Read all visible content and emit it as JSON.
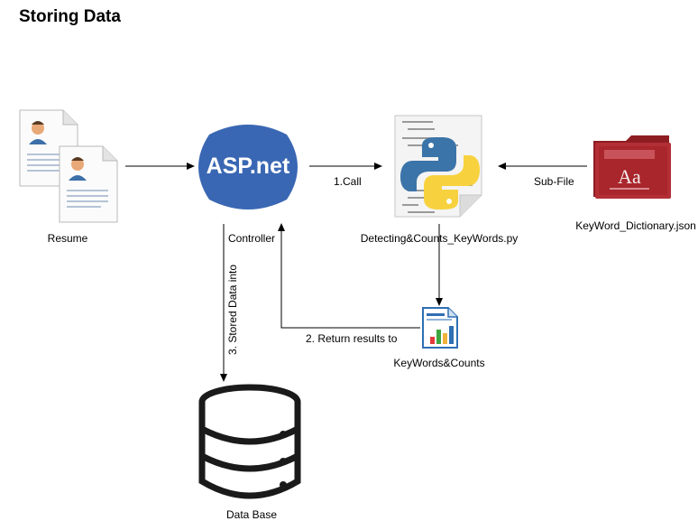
{
  "title": "Storing Data",
  "nodes": {
    "resume": "Resume",
    "controller": "Controller",
    "script": "Detecting&Counts_KeyWords.py",
    "dictionary": "KeyWord_Dictionary.json",
    "results": "KeyWords&Counts",
    "database": "Data Base"
  },
  "logo": {
    "asp_text": "ASP.net"
  },
  "edges": {
    "call": "1.Call",
    "subfile": "Sub-File",
    "return": "2. Return results to",
    "stored": "3. Stored Data into"
  },
  "icons": {
    "resume": "resume-documents-icon",
    "controller": "aspnet-logo-icon",
    "script": "python-script-icon",
    "dictionary": "dictionary-book-icon",
    "results": "spreadsheet-chart-icon",
    "database": "database-icon"
  },
  "colors": {
    "aspnet": "#3a67b3",
    "python_blue": "#3b74a8",
    "python_yellow": "#f7d23e",
    "dictionary": "#a8262c",
    "database": "#1a1a1a"
  }
}
